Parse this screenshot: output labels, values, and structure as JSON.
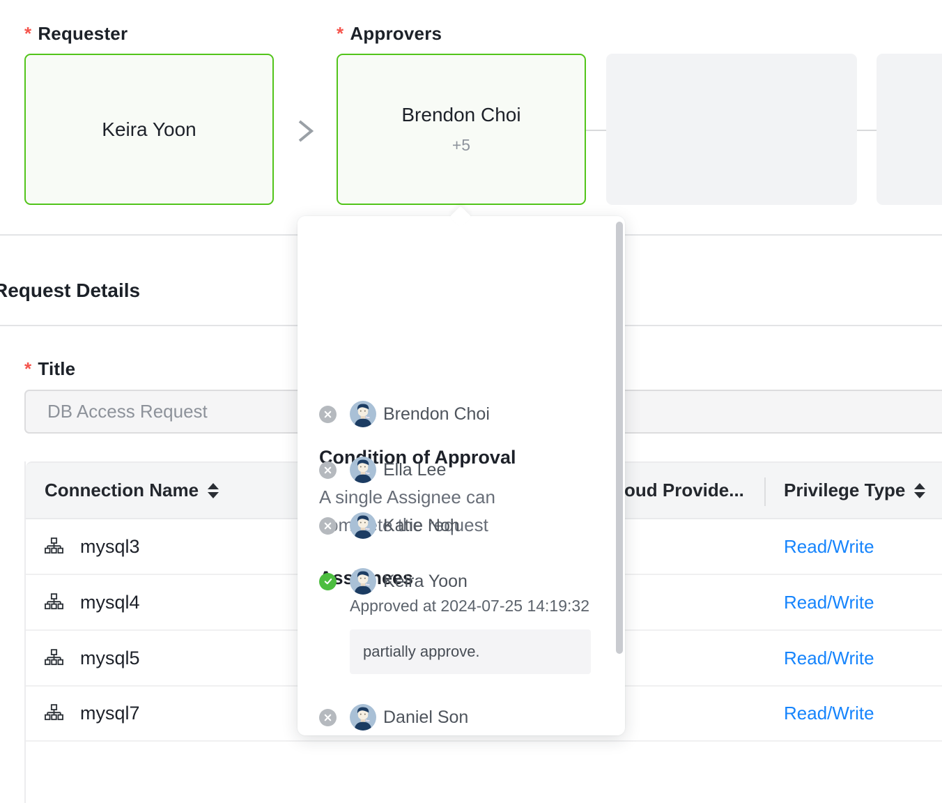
{
  "misc": {
    "required_marker": "*"
  },
  "colors": {
    "accent_green": "#52c41a",
    "link_blue": "#1684fc",
    "required_red": "#f5554d",
    "node_placeholder_gray": "#f2f3f5",
    "approved_green": "#4cbd3f"
  },
  "workflow": {
    "requester": {
      "label": "Requester",
      "name": "Keira Yoon"
    },
    "approvers": {
      "label": "Approvers",
      "name": "Brendon Choi",
      "extra": "+5"
    }
  },
  "popover": {
    "title": "Condition of Approval",
    "description": "A single Assignee can complete the request",
    "assignees_heading": "Assignees",
    "assignees": [
      {
        "name": "Brendon Choi",
        "status": "pending"
      },
      {
        "name": "Ella Lee",
        "status": "pending"
      },
      {
        "name": "Katie Noh",
        "status": "pending"
      },
      {
        "name": "Keira Yoon",
        "status": "approved",
        "approved_at": "Approved at 2024-07-25 14:19:32",
        "comment": "partially approve."
      },
      {
        "name": "Daniel Son",
        "status": "pending"
      }
    ]
  },
  "request_details": {
    "section_title": "Request Details",
    "title_label": "Title",
    "title_value": "DB Access Request"
  },
  "table": {
    "columns": [
      {
        "label": "Connection Name",
        "sortable": true
      },
      {
        "label": "Cloud Provide...",
        "sortable": false
      },
      {
        "label": "Privilege Type",
        "sortable": true
      }
    ],
    "rows": [
      {
        "connection": "mysql3",
        "privilege": "Read/Write"
      },
      {
        "connection": "mysql4",
        "privilege": "Read/Write"
      },
      {
        "connection": "mysql5",
        "privilege": "Read/Write"
      },
      {
        "connection": "mysql7",
        "privilege": "Read/Write"
      }
    ]
  }
}
